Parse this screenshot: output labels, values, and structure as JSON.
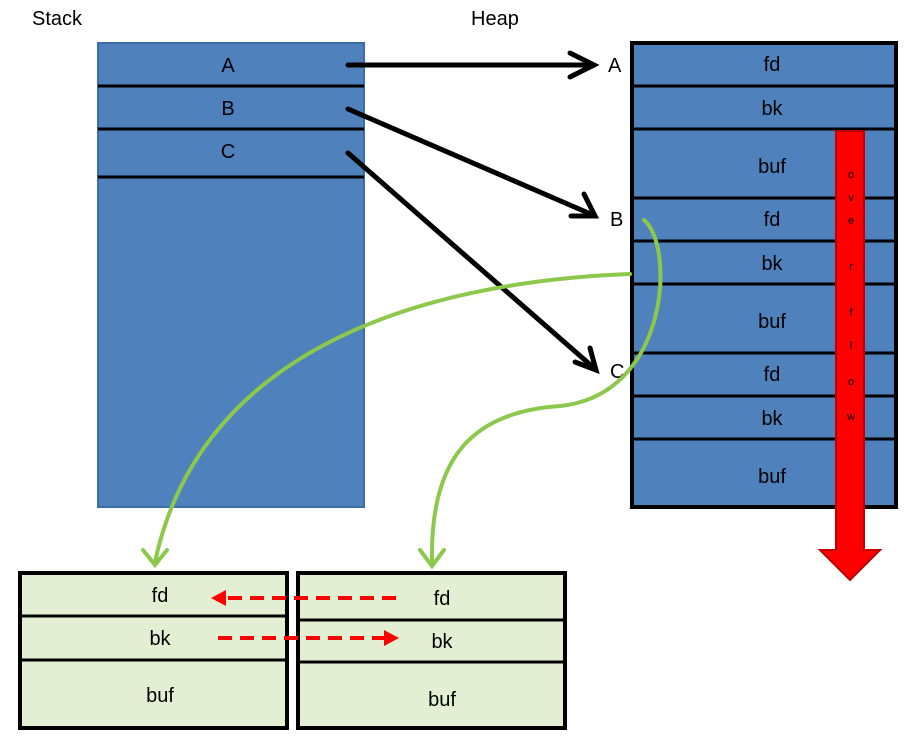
{
  "titles": {
    "stack": "Stack",
    "heap": "Heap"
  },
  "stack": {
    "slots": [
      "A",
      "B",
      "C"
    ]
  },
  "heap": {
    "pointer_labels": [
      "A",
      "B",
      "C"
    ],
    "chunks": [
      {
        "fd": "fd",
        "bk": "bk",
        "buf": "buf"
      },
      {
        "fd": "fd",
        "bk": "bk",
        "buf": "buf"
      },
      {
        "fd": "fd",
        "bk": "bk",
        "buf": "buf"
      }
    ]
  },
  "overflow": {
    "letters": [
      "o",
      "v",
      "e",
      "r",
      "f",
      "l",
      "o",
      "w"
    ]
  },
  "bottom_chunks": [
    {
      "fd": "fd",
      "bk": "bk",
      "buf": "buf"
    },
    {
      "fd": "fd",
      "bk": "bk",
      "buf": "buf"
    }
  ],
  "colors": {
    "blue": "#4f81bd",
    "blue_border": "#3a6ea5",
    "black": "#000000",
    "green_fill": "#e3efd3",
    "green_arrow": "#8cc84b",
    "red": "#ff0000",
    "red_dark": "#c00000"
  }
}
